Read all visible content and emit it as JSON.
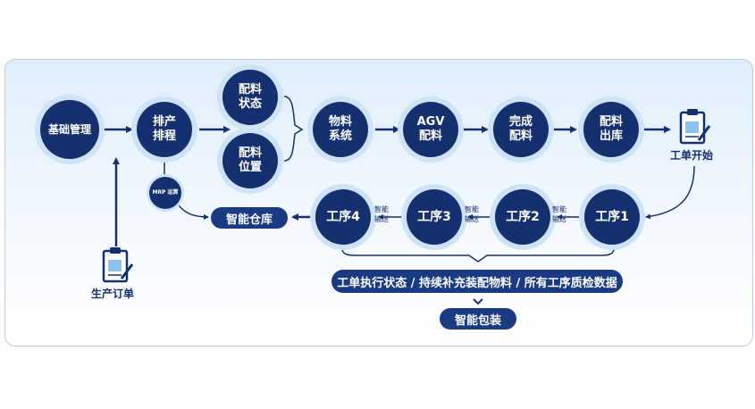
{
  "nodes": {
    "base_mgmt": "基础管理",
    "schedule": "排产\n排程",
    "material_status": "配料\n状态",
    "material_position": "配料\n位置",
    "material_system": "物料\n系统",
    "agv": "AGV\n配料",
    "complete": "完成\n配料",
    "dispatch": "配料\n出库",
    "mrp": "MRP 运算",
    "op1": "工序1",
    "op2": "工序2",
    "op3": "工序3",
    "op4": "工序4"
  },
  "labels": {
    "work_start": "工单开始",
    "production_order": "生产订单",
    "smart_transport": "智能\n输送"
  },
  "pills": {
    "warehouse": "智能仓库",
    "data": "工单执行状态 / 持续补充装配物料 / 所有工序质检数据",
    "packaging": "智能包装"
  },
  "colors": {
    "node": "#15306e",
    "halo": "#cfe3f7",
    "pill": "#1b3a84"
  },
  "icons": [
    "clipboard-icon"
  ]
}
